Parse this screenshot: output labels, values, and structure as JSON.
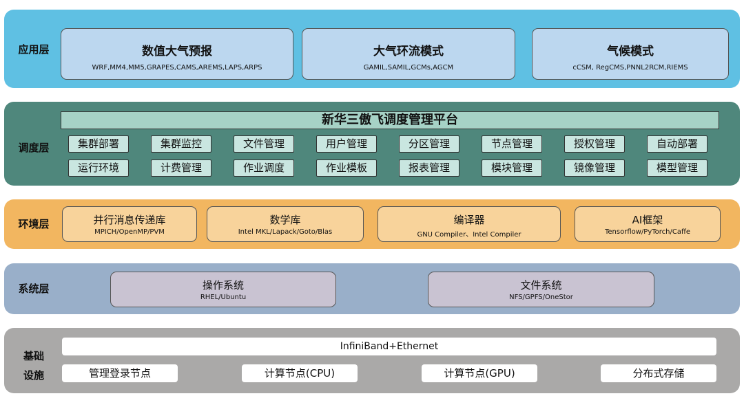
{
  "app_layer": {
    "label": "应用层",
    "boxes": [
      {
        "title": "数值大气预报",
        "sub": "WRF,MM4,MM5,GRAPES,CAMS,AREMS,LAPS,ARPS"
      },
      {
        "title": "大气环流模式",
        "sub": "GAMIL,SAMIL,GCMs,AGCM"
      },
      {
        "title": "气候模式",
        "sub": "cCSM, RegCMS,PNNL2RCM,RIEMS"
      }
    ]
  },
  "sched_layer": {
    "label": "调度层",
    "platform": "新华三傲飞调度管理平台",
    "row1": [
      "集群部署",
      "集群监控",
      "文件管理",
      "用户管理",
      "分区管理",
      "节点管理",
      "授权管理",
      "自动部署"
    ],
    "row2": [
      "运行环境",
      "计费管理",
      "作业调度",
      "作业模板",
      "报表管理",
      "模块管理",
      "镜像管理",
      "模型管理"
    ]
  },
  "env_layer": {
    "label": "环境层",
    "boxes": [
      {
        "title": "并行消息传递库",
        "sub": "MPICH/OpenMP/PVM"
      },
      {
        "title": "数学库",
        "sub": "Intel MKL/Lapack/Goto/Blas"
      },
      {
        "title": "编译器",
        "sub": "GNU Compiler、Intel Compiler"
      },
      {
        "title": "AI框架",
        "sub": "Tensorflow/PyTorch/Caffe"
      }
    ]
  },
  "sys_layer": {
    "label": "系统层",
    "boxes": [
      {
        "title": "操作系统",
        "sub": "RHEL/Ubuntu"
      },
      {
        "title": "文件系统",
        "sub": "NFS/GPFS/OneStor"
      }
    ]
  },
  "infra_layer": {
    "label_line1": "基础",
    "label_line2": "设施",
    "network": "InfiniBand+Ethernet",
    "nodes": [
      "管理登录节点",
      "计算节点(CPU)",
      "计算节点(GPU)",
      "分布式存储"
    ]
  },
  "colors": {
    "app_bg": "#5fc0e3",
    "app_box": "#bcd7ef",
    "sched_bg": "#4f877c",
    "sched_tag": "#c9e6e0",
    "env_bg": "#f2b660",
    "env_box": "#f8d39b",
    "sys_bg": "#99afc9",
    "sys_box": "#c9c3d2",
    "infra_bg": "#aaa9a8"
  }
}
